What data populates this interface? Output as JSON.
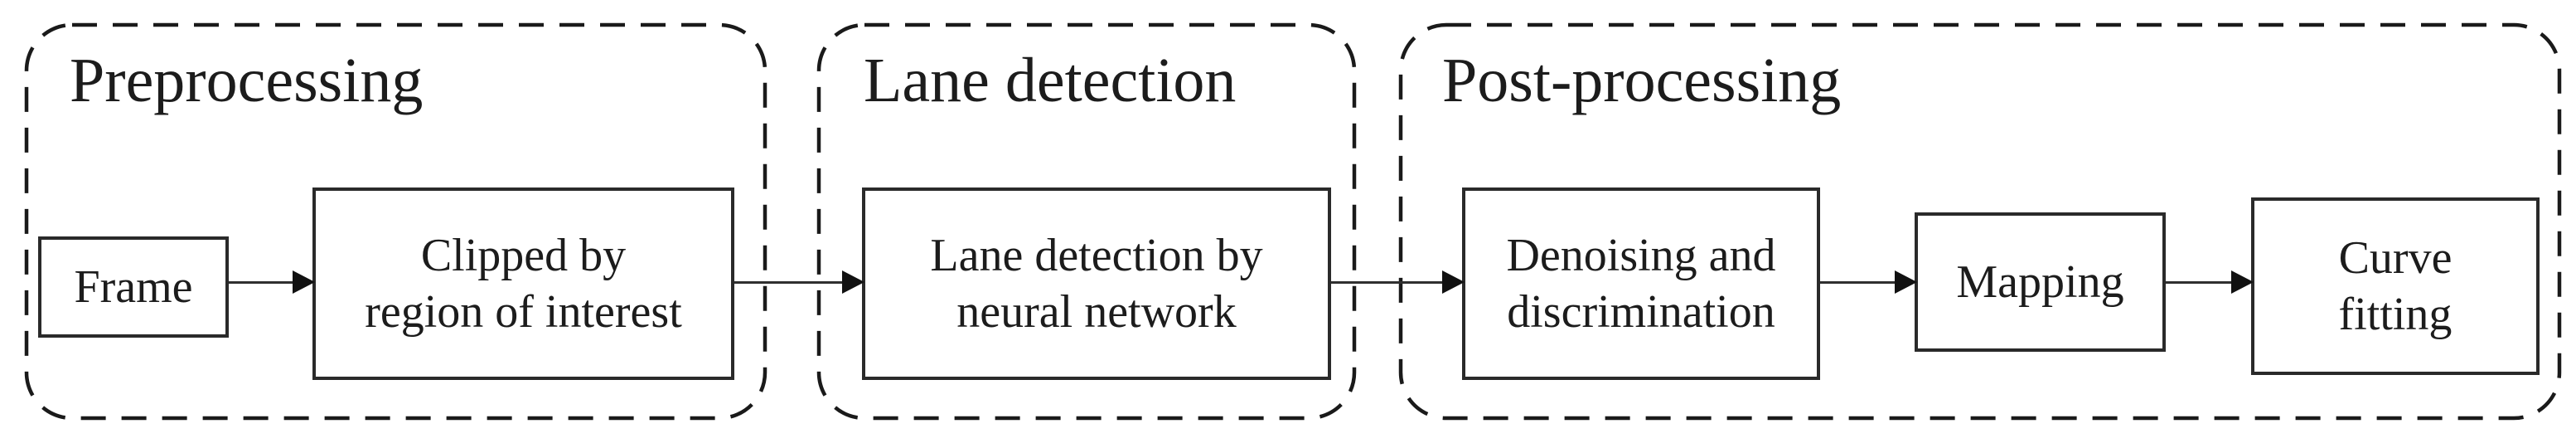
{
  "figure": {
    "type": "flowchart",
    "colors": {
      "background": "#ffffff",
      "stroke": "#1a1a1a",
      "text": "#1c1c1c"
    },
    "groups": [
      {
        "title": "Preprocessing",
        "nodes": [
          {
            "label": "Frame"
          },
          {
            "label": "Clipped by\nregion of interest"
          }
        ]
      },
      {
        "title": "Lane detection",
        "nodes": [
          {
            "label": "Lane detection by\nneural network"
          }
        ]
      },
      {
        "title": "Post-processing",
        "nodes": [
          {
            "label": "Denoising and\ndiscrimination"
          },
          {
            "label": "Mapping"
          },
          {
            "label": "Curve\nfitting"
          }
        ]
      }
    ],
    "connections": [
      {
        "from": "Frame",
        "to": "Clipped by region of interest"
      },
      {
        "from": "Clipped by region of interest",
        "to": "Lane detection by neural network"
      },
      {
        "from": "Lane detection by neural network",
        "to": "Denoising and discrimination"
      },
      {
        "from": "Denoising and discrimination",
        "to": "Mapping"
      },
      {
        "from": "Mapping",
        "to": "Curve fitting"
      }
    ]
  }
}
